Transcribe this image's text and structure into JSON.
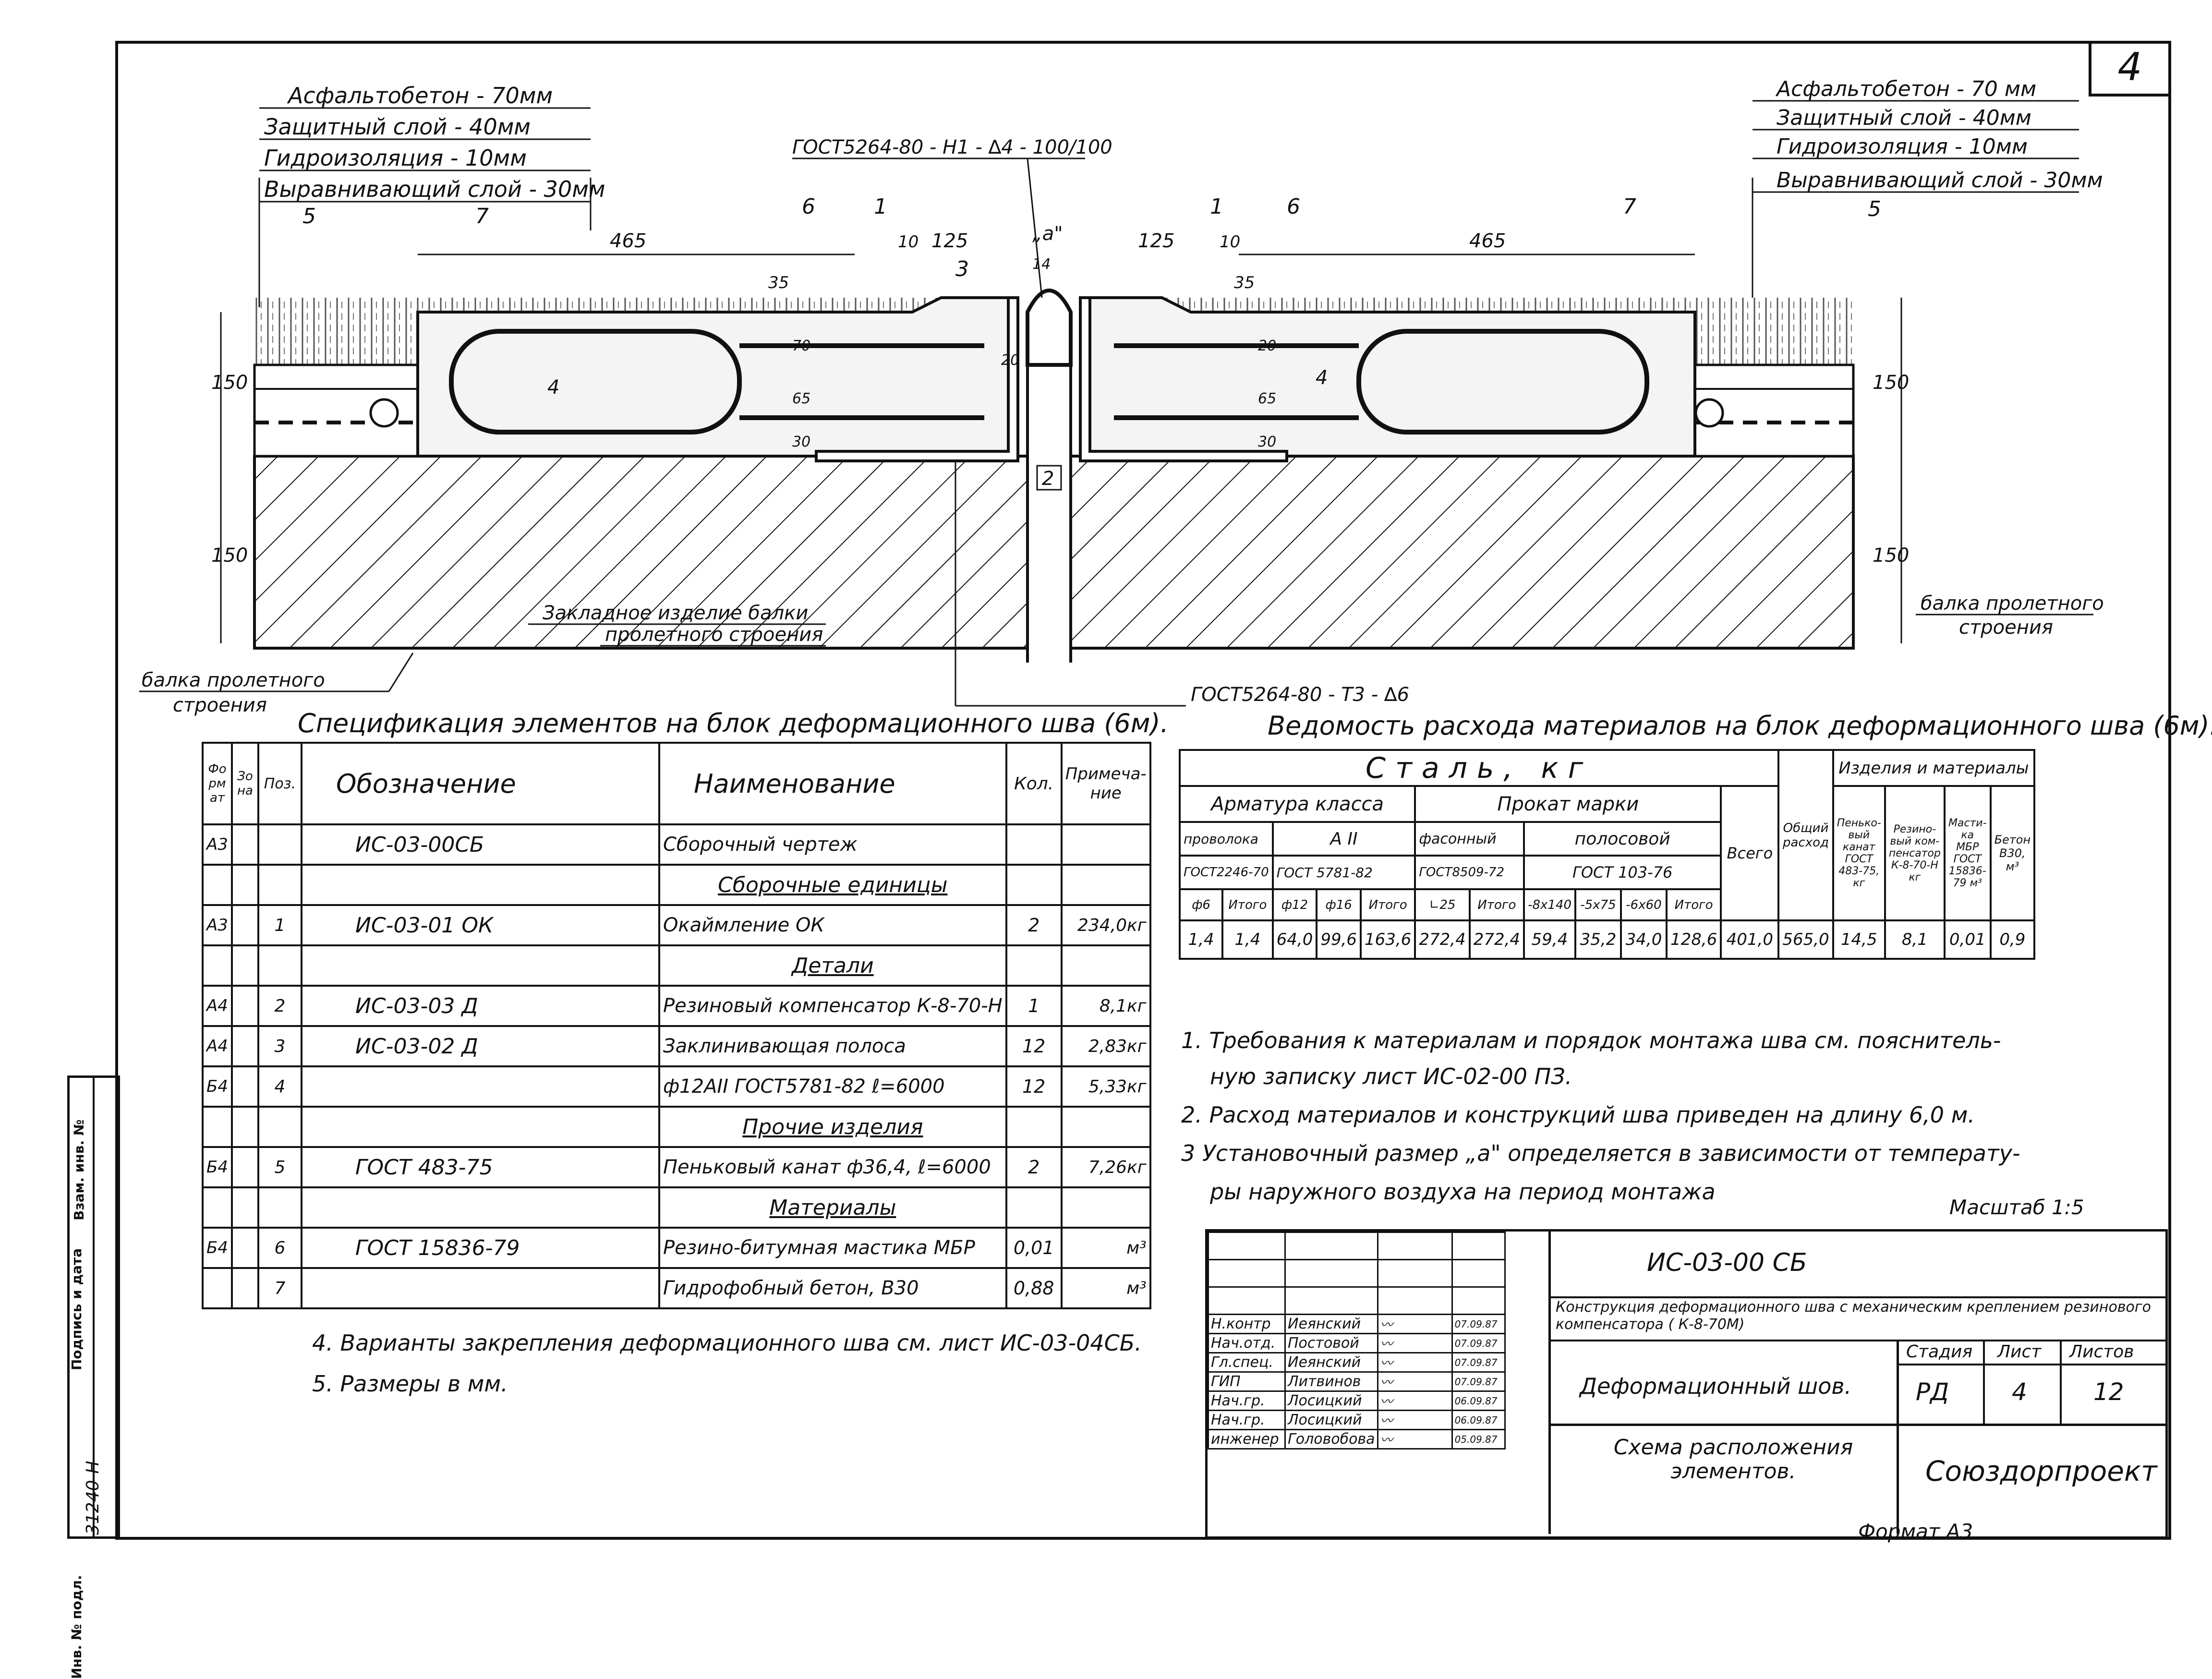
{
  "sheet_number": "4",
  "layers_left": [
    "Асфальтобетон - 70мм",
    "Защитный слой - 40мм",
    "Гидроизоляция  - 10мм",
    "Выравнивающий слой - 30мм"
  ],
  "layers_right": [
    "Асфальтобетон - 70 мм",
    "Защитный слой - 40мм",
    "Гидроизоляция - 10мм",
    "Выравнивающий слой - 30мм"
  ],
  "drawing_labels": {
    "gost_top": "ГОСТ5264-80 - Н1 - ∆4 - 100/100",
    "gost_bottom": "ГОСТ5264-80 - Т3 - ∆6",
    "embed_label_1": "Закладное изделие балки",
    "embed_label_2": "пролетного строения",
    "beam_left_1": "балка пролетного",
    "beam_left_2": "строения",
    "beam_right_1": "балка пролетного",
    "beam_right_2": "строения",
    "gap_label": "„а\"",
    "dims": [
      "465",
      "125",
      "10",
      "35",
      "150",
      "150",
      "65",
      "70",
      "30",
      "20",
      "14",
      "125",
      "10",
      "35",
      "465",
      "150",
      "150",
      "65",
      "20",
      "30"
    ],
    "positions": [
      "5",
      "7",
      "6",
      "1",
      "3",
      "1",
      "6",
      "7",
      "5",
      "4",
      "4",
      "2"
    ]
  },
  "spec": {
    "title": "Спецификация элементов на блок деформационного шва (6м).",
    "headers": [
      "Формат",
      "Зона",
      "Поз.",
      "Обозначение",
      "Наименование",
      "Кол.",
      "Примеча-ние"
    ],
    "rows": [
      [
        "А3",
        "",
        "",
        "ИС-03-00СБ",
        "Сборочный   чертеж",
        "",
        ""
      ],
      [
        "",
        "",
        "",
        "",
        "Сборочные  единицы",
        "",
        ""
      ],
      [
        "А3",
        "",
        "1",
        "ИС-03-01 ОК",
        "Окаймление  ОК",
        "2",
        "234,0кг"
      ],
      [
        "",
        "",
        "",
        "",
        "Детали",
        "",
        ""
      ],
      [
        "А4",
        "",
        "2",
        "ИС-03-03 Д",
        "Резиновый компенсатор К-8-70-Н",
        "1",
        "8,1кг"
      ],
      [
        "А4",
        "",
        "3",
        "ИС-03-02 Д",
        "Заклинивающая полоса",
        "12",
        "2,83кг"
      ],
      [
        "Б4",
        "",
        "4",
        "",
        "ф12АII ГОСТ5781-82 ℓ=6000",
        "12",
        "5,33кг"
      ],
      [
        "",
        "",
        "",
        "",
        "Прочие  изделия",
        "",
        ""
      ],
      [
        "Б4",
        "",
        "5",
        "ГОСТ 483-75",
        "Пеньковый канат  ф36,4, ℓ=6000",
        "2",
        "7,26кг"
      ],
      [
        "",
        "",
        "",
        "",
        "Материалы",
        "",
        ""
      ],
      [
        "Б4",
        "",
        "6",
        "ГОСТ 15836-79",
        "Резино-битумная мастика МБР",
        "0,01",
        "м³"
      ],
      [
        "",
        "",
        "7",
        "",
        "Гидрофобный бетон, В30",
        "0,88",
        "м³"
      ]
    ]
  },
  "materials": {
    "title": "Ведомость расхода материалов на блок деформационного шва (6м).",
    "steel": "Сталь,  кг",
    "armature": "Арматура класса",
    "rolled": "Прокат  марки",
    "wire": "проволока",
    "a2": "А II",
    "shaped": "фасонный",
    "strip": "полосовой",
    "total": "Всего",
    "overall": "Общий расход",
    "items_mat": "Изделия и материалы",
    "std_wire": "ГОСТ2246-70",
    "std_a2": "ГОСТ 5781-82",
    "std_shaped": "ГОСТ8509-72",
    "std_strip": "ГОСТ 103-76",
    "col_rope": "Пенько-вый канат ГОСТ 483-75, кг",
    "col_rubber": "Резино-вый ком-пенсатор К-8-70-Н кг",
    "col_mastic": "Масти-ка МБР ГОСТ 15836-79 м³",
    "col_concrete": "Бетон В30, м³",
    "sizes": [
      "ф6",
      "Итого",
      "ф12",
      "ф16",
      "Итого",
      "∟25",
      "Итого",
      "-8х140",
      "-5х75",
      "-6х60",
      "Итого"
    ],
    "values": [
      "1,4",
      "1,4",
      "64,0",
      "99,6",
      "163,6",
      "272,4",
      "272,4",
      "59,4",
      "35,2",
      "34,0",
      "128,6",
      "401,0",
      "565,0",
      "14,5",
      "8,1",
      "0,01",
      "0,9"
    ]
  },
  "notes_right": [
    "1. Требования  к материалам  и порядок  монтажа  шва  см. пояснитель-",
    "ную записку  лист ИС-02-00 ПЗ.",
    "2. Расход  материалов  и конструкций  шва  приведен  на длину 6,0 м.",
    "3  Установочный  размер „а\"  определяется  в зависимости  от температу-",
    "ры наружного воздуха  на период монтажа"
  ],
  "notes_left": [
    "4. Варианты закрепления  деформационного шва  см. лист ИС-03-04СБ.",
    "5. Размеры  в мм."
  ],
  "scale": "Масштаб 1:5",
  "format": "Формат А3",
  "side_stamp": [
    "Инв. № подл.",
    "Подпись и дата",
    "Взам. инв. №",
    "31240-Н"
  ],
  "title_block": {
    "code": "ИС-03-00 СБ",
    "description": "Конструкция деформационного шва с механическим креплением резинового компенсатора ( К-8-70М)",
    "object": "Деформационный шов.",
    "sheet_name": "Схема расположения элементов.",
    "stage_h": "Стадия",
    "sheet_h": "Лист",
    "sheets_h": "Листов",
    "stage": "РД",
    "sheet": "4",
    "sheets": "12",
    "org": "Союздорпроект",
    "people": [
      [
        "Н.контр",
        "Иеянский",
        "07.09.87"
      ],
      [
        "Нач.отд.",
        "Постовой",
        "07.09.87"
      ],
      [
        "Гл.спец.",
        "Иеянский",
        "07.09.87"
      ],
      [
        "ГИП",
        "Литвинов",
        "07.09.87"
      ],
      [
        "Нач.гр.",
        "Лосицкий",
        "06.09.87"
      ],
      [
        "Нач.гр.",
        "Лосицкий",
        "06.09.87"
      ],
      [
        "инженер",
        "Головобова",
        "05.09.87"
      ]
    ]
  }
}
